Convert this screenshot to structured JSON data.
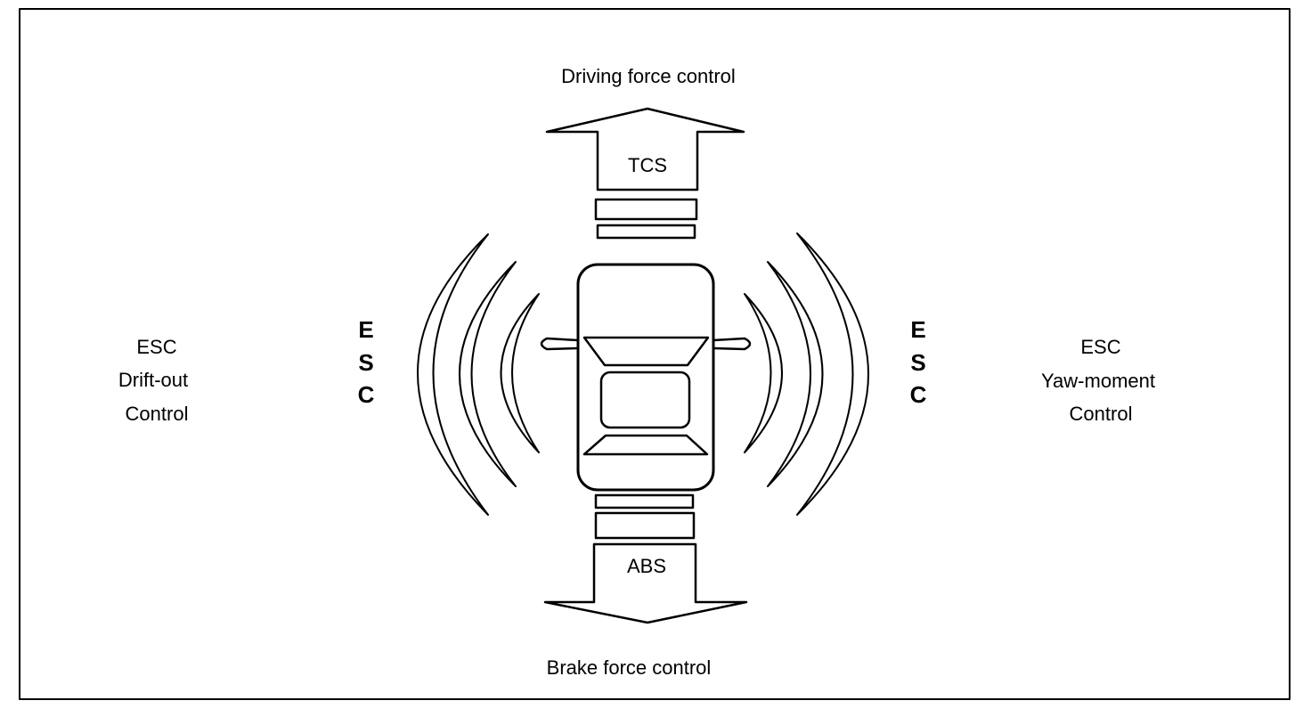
{
  "diagram": {
    "top_label": "Driving force control",
    "bottom_label": "Brake force control",
    "up_arrow_label": "TCS",
    "down_arrow_label": "ABS",
    "left_vertical": [
      "E",
      "S",
      "C"
    ],
    "right_vertical": [
      "E",
      "S",
      "C"
    ],
    "left_text": [
      "ESC",
      "Drift-out",
      "Control"
    ],
    "right_text": [
      "ESC",
      "Yaw-moment",
      "Control"
    ]
  },
  "colors": {
    "stroke": "#000000",
    "background": "#ffffff"
  }
}
